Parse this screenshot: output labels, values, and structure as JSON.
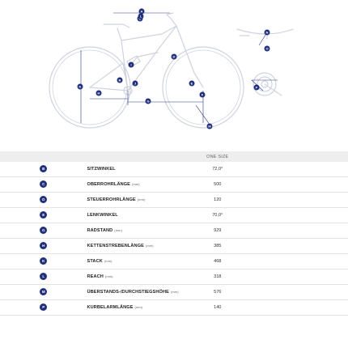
{
  "header": {
    "size_label": "ONE SIZE"
  },
  "colors": {
    "badge": "#21307a",
    "drawing": "#cfd3df",
    "dimension": "#2b3a85"
  },
  "diagram": {
    "callouts": [
      "A",
      "B",
      "C",
      "D",
      "E",
      "F",
      "G",
      "H",
      "I",
      "J",
      "K",
      "L",
      "M",
      "N",
      "O",
      "P"
    ]
  },
  "rows": [
    {
      "letter": "B",
      "name": "SITZWINKEL",
      "unit": "",
      "value": "72,0°"
    },
    {
      "letter": "C",
      "name": "OBERROHRLÄNGE",
      "unit": "(mm)",
      "value": "500"
    },
    {
      "letter": "D",
      "name": "STEUERROHRLÄNGE",
      "unit": "(mm)",
      "value": "120"
    },
    {
      "letter": "E",
      "name": "LENKWINKEL",
      "unit": "",
      "value": "70,0°"
    },
    {
      "letter": "G",
      "name": "RADSTAND",
      "unit": "(mm)",
      "value": "929"
    },
    {
      "letter": "H",
      "name": "KETTENSTREBENLÄNGE",
      "unit": "(mm)",
      "value": "385"
    },
    {
      "letter": "K",
      "name": "STACK",
      "unit": "(mm)",
      "value": "468"
    },
    {
      "letter": "L",
      "name": "REACH",
      "unit": "(mm)",
      "value": "318"
    },
    {
      "letter": "M",
      "name": "ÜBERSTANDS-/DURCHSTIEGSHÖHE",
      "unit": "(mm)",
      "value": "576"
    },
    {
      "letter": "P",
      "name": "KURBELARMLÄNGE",
      "unit": "(mm)",
      "value": "140"
    }
  ]
}
